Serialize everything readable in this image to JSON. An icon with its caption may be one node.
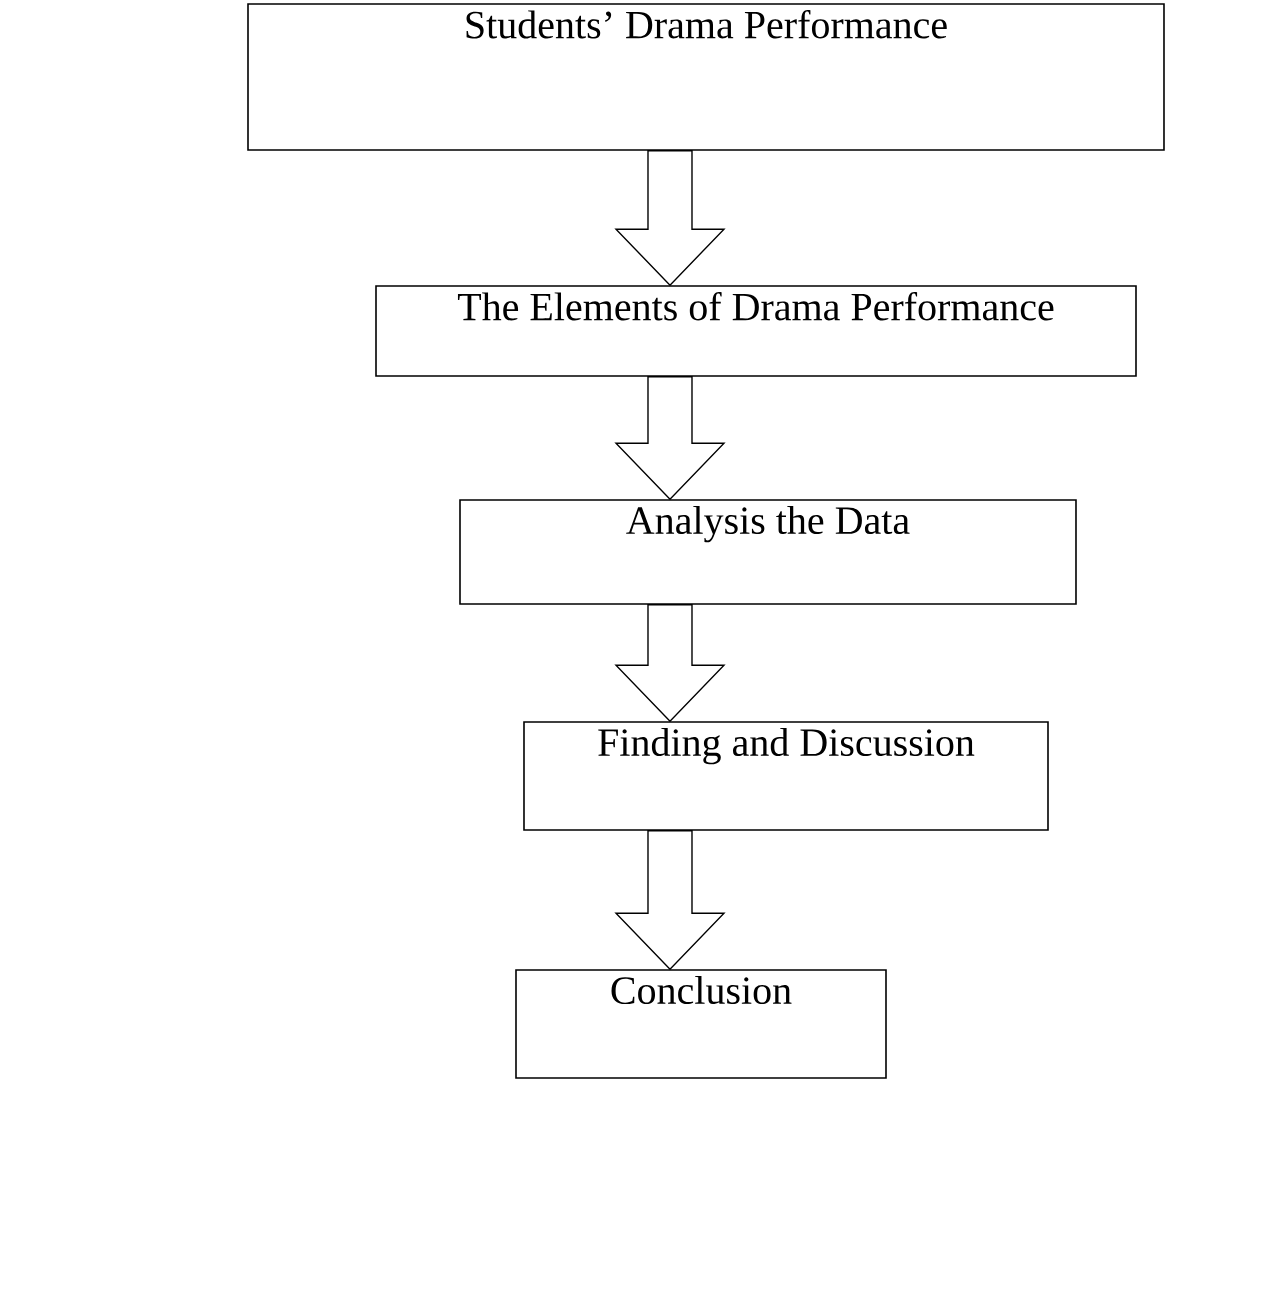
{
  "diagram": {
    "nodes": [
      {
        "text": [
          "Students’ Drama Performance"
        ]
      },
      {
        "text": [
          "The Elements of Drama Performance"
        ]
      },
      {
        "text": [
          "Analysis the Data"
        ]
      },
      {
        "text": [
          "Finding and Discussion"
        ]
      },
      {
        "text": [
          "Conclusion"
        ]
      }
    ],
    "edges": [
      {
        "from": 0,
        "to": 1,
        "arrow": "to"
      },
      {
        "from": 1,
        "to": 2,
        "arrow": "to"
      },
      {
        "from": 2,
        "to": 3,
        "arrow": "to"
      },
      {
        "from": 3,
        "to": 4,
        "arrow": "to"
      }
    ]
  }
}
